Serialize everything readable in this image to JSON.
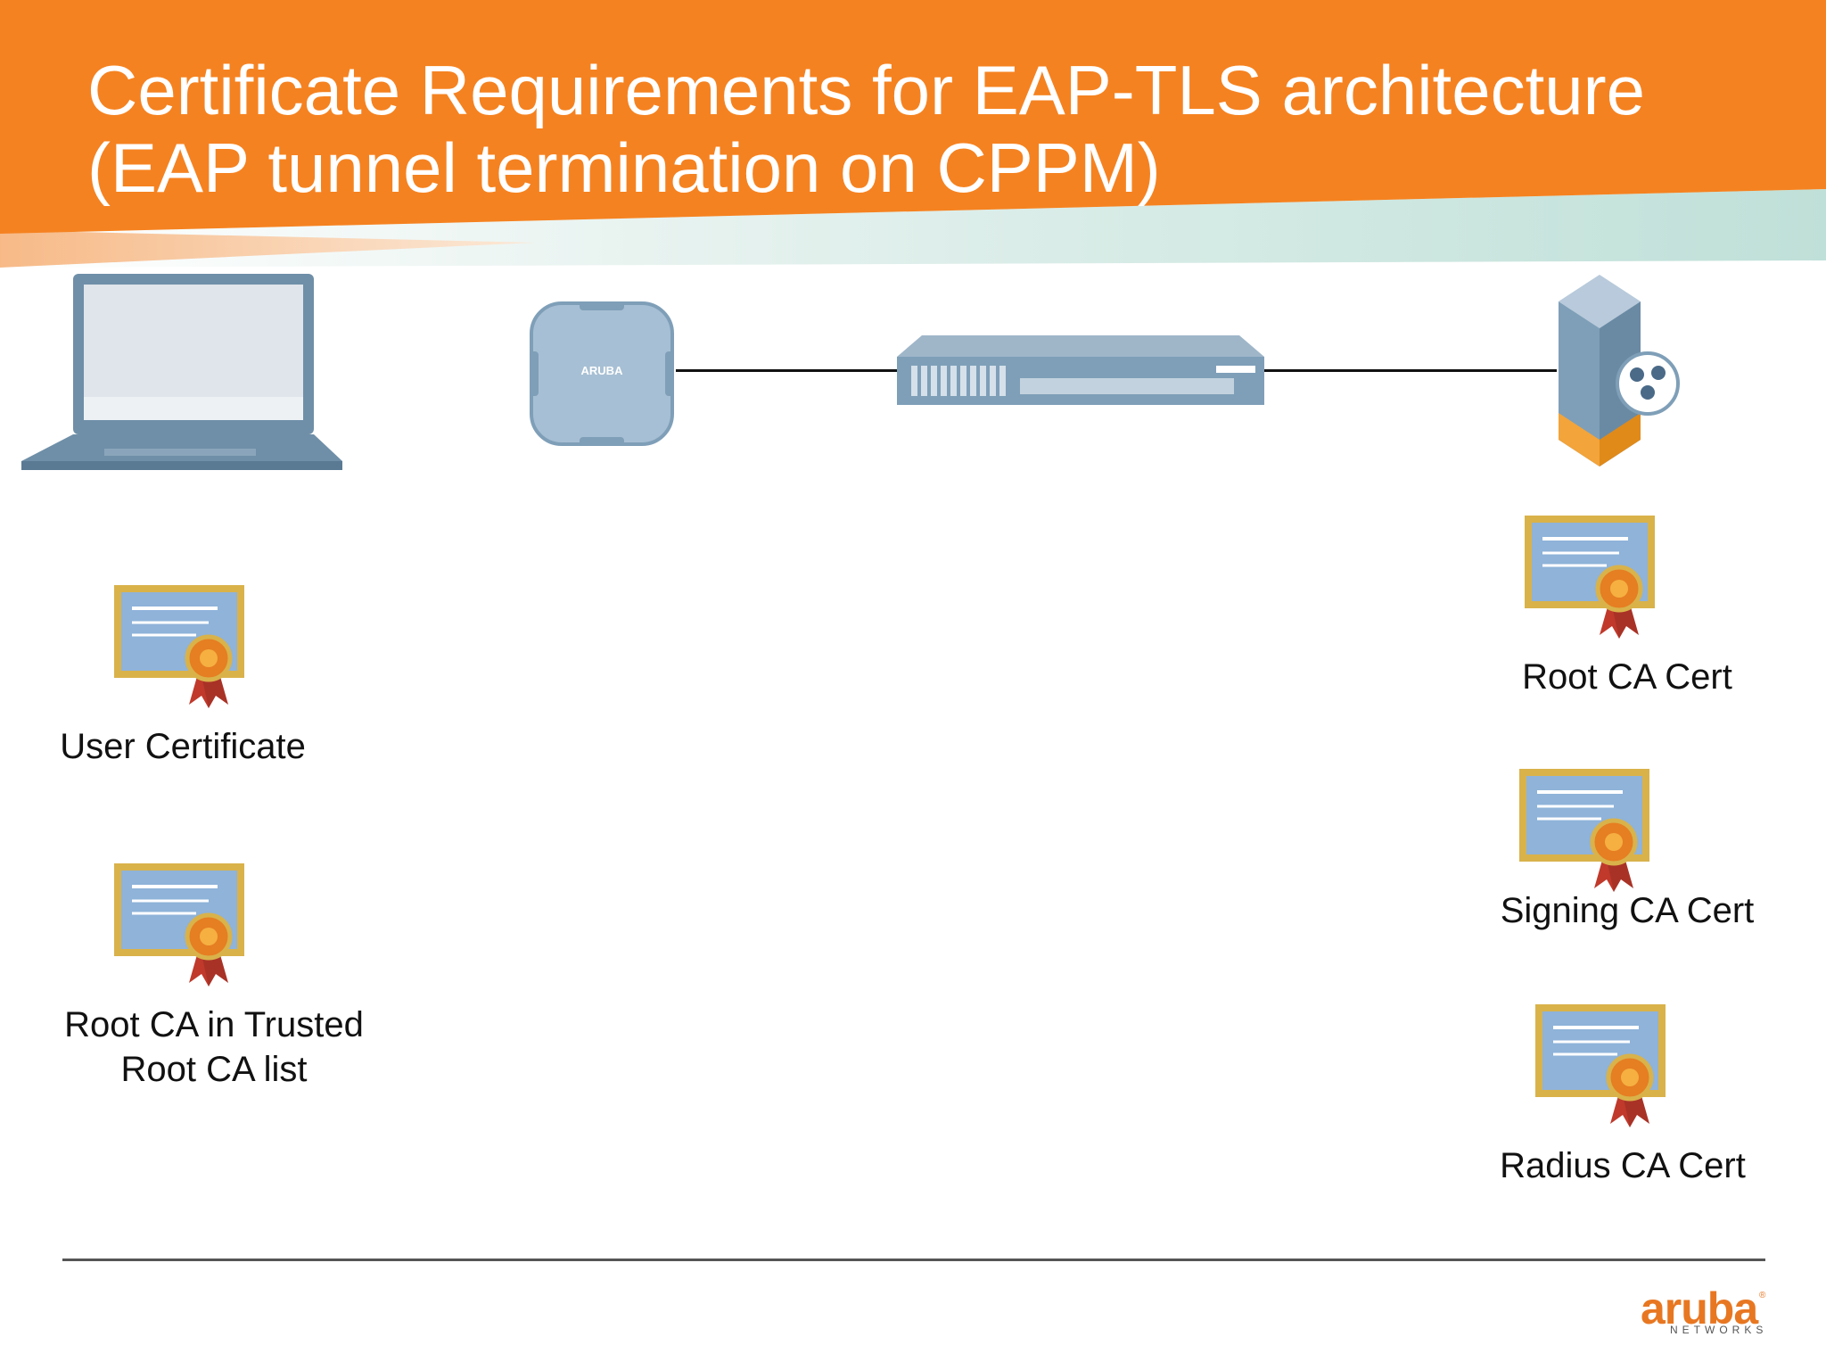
{
  "slide": {
    "title_line1": "Certificate Requirements for EAP-TLS architecture",
    "title_line2": "(EAP tunnel termination on CPPM)"
  },
  "diagram": {
    "access_point_brand": "ARUBA",
    "client_certificates": [
      {
        "label": "User Certificate"
      },
      {
        "label_line1": "Root CA in Trusted",
        "label_line2": "Root CA list"
      }
    ],
    "server_certificates": [
      {
        "label": "Root CA Cert"
      },
      {
        "label": "Signing CA Cert"
      },
      {
        "label": "Radius CA Cert"
      }
    ]
  },
  "footer": {
    "logo_word": "aruba",
    "logo_sub": "NETWORKS",
    "logo_mark": "®"
  },
  "colors": {
    "header_orange": "#f58220",
    "device_blue": "#7f9fb8",
    "cert_gold": "#d9b24a",
    "ribbon_red": "#c0392b"
  }
}
